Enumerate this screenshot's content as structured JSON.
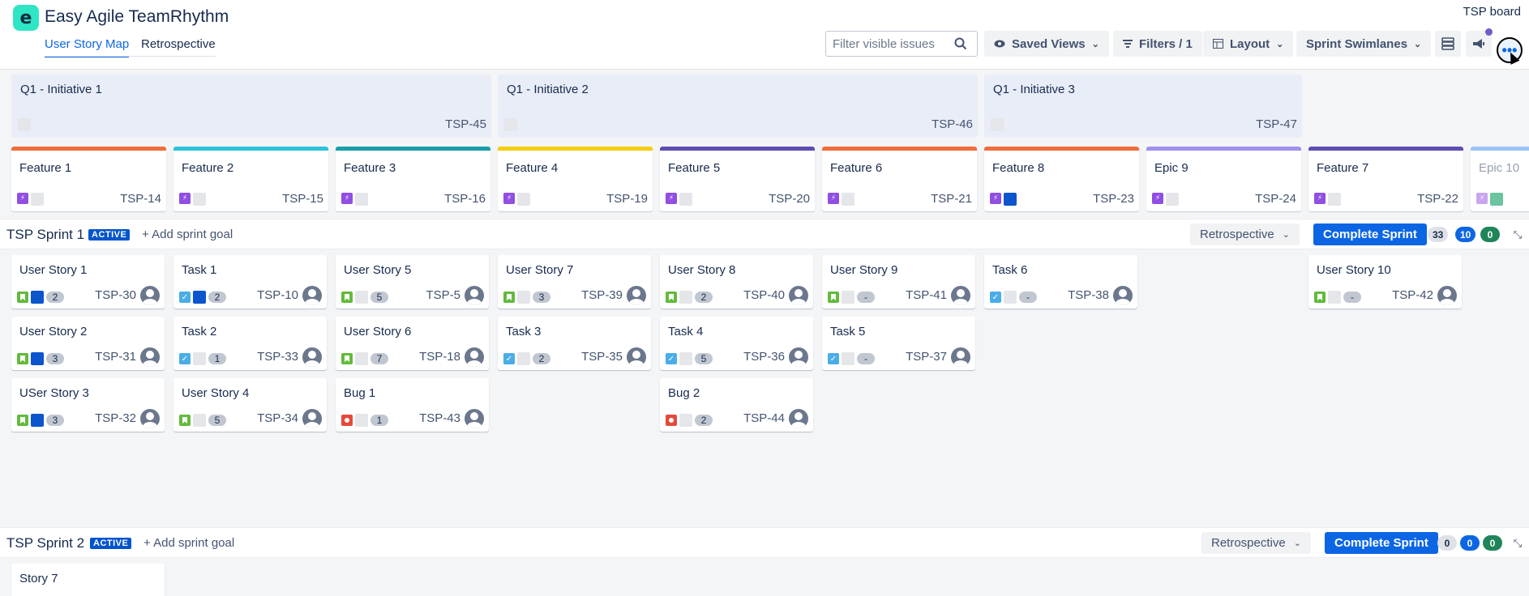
{
  "app": {
    "logo_letter": "e",
    "title": "Easy Agile TeamRhythm",
    "board_name": "TSP board"
  },
  "tabs": [
    {
      "label": "User Story Map",
      "active": true
    },
    {
      "label": "Retrospective",
      "active": false
    }
  ],
  "toolbar": {
    "search_placeholder": "Filter visible issues",
    "saved_views": "Saved Views",
    "filters": "Filters / 1",
    "layout": "Layout",
    "swimlanes": "Sprint Swimlanes",
    "more": "•••"
  },
  "initiatives": [
    {
      "title": "Q1 - Initiative 1",
      "key": "TSP-45"
    },
    {
      "title": "Q1 - Initiative 2",
      "key": "TSP-46"
    },
    {
      "title": "Q1 - Initiative 3",
      "key": "TSP-47"
    }
  ],
  "features": [
    {
      "title": "Feature 1",
      "key": "TSP-14",
      "color": "#f06e3d"
    },
    {
      "title": "Feature 2",
      "key": "TSP-15",
      "color": "#2cc3dc"
    },
    {
      "title": "Feature 3",
      "key": "TSP-16",
      "color": "#1a9ea8"
    },
    {
      "title": "Feature 4",
      "key": "TSP-19",
      "color": "#f5cd0f"
    },
    {
      "title": "Feature 5",
      "key": "TSP-20",
      "color": "#5e4db2"
    },
    {
      "title": "Feature 6",
      "key": "TSP-21",
      "color": "#f06e3d"
    },
    {
      "title": "Feature 8",
      "key": "TSP-23",
      "color": "#f06e3d"
    },
    {
      "title": "Epic 9",
      "key": "TSP-24",
      "color": "#9f8fef"
    },
    {
      "title": "Feature 7",
      "key": "TSP-22",
      "color": "#5e4db2"
    },
    {
      "title": "Epic 10",
      "key": "",
      "color": "#9cc3f5"
    }
  ],
  "sprint1": {
    "name": "TSP Sprint 1",
    "status": "ACTIVE",
    "goal": "Add sprint goal",
    "retro": "Retrospective",
    "complete": "Complete Sprint",
    "counts": [
      "33",
      "10",
      "0"
    ]
  },
  "sprint2": {
    "name": "TSP Sprint 2",
    "status": "ACTIVE",
    "goal": "Add sprint goal",
    "retro": "Retrospective",
    "complete": "Complete Sprint",
    "counts": [
      "0",
      "0",
      "0"
    ]
  },
  "cards": [
    {
      "title": "User Story 1",
      "key": "TSP-30",
      "type": "story",
      "points": "2"
    },
    {
      "title": "Task 1",
      "key": "TSP-10",
      "type": "task",
      "points": "2"
    },
    {
      "title": "User Story 5",
      "key": "TSP-5",
      "type": "story",
      "points": "5"
    },
    {
      "title": "User Story 7",
      "key": "TSP-39",
      "type": "story",
      "points": "3"
    },
    {
      "title": "User Story 8",
      "key": "TSP-40",
      "type": "story",
      "points": "2"
    },
    {
      "title": "User Story 9",
      "key": "TSP-41",
      "type": "story",
      "points": "-"
    },
    {
      "title": "Task 6",
      "key": "TSP-38",
      "type": "task",
      "points": "-"
    },
    {
      "title": "User Story 10",
      "key": "TSP-42",
      "type": "story",
      "points": "-"
    },
    {
      "title": "User Story 2",
      "key": "TSP-31",
      "type": "story",
      "points": "3"
    },
    {
      "title": "Task 2",
      "key": "TSP-33",
      "type": "task",
      "points": "1"
    },
    {
      "title": "User Story 6",
      "key": "TSP-18",
      "type": "story",
      "points": "7"
    },
    {
      "title": "Task 3",
      "key": "TSP-35",
      "type": "task",
      "points": "2"
    },
    {
      "title": "Task 4",
      "key": "TSP-36",
      "type": "task",
      "points": "5"
    },
    {
      "title": "Task 5",
      "key": "TSP-37",
      "type": "task",
      "points": "-"
    },
    {
      "title": "USer Story 3",
      "key": "TSP-32",
      "type": "story",
      "points": "3"
    },
    {
      "title": "User Story 4",
      "key": "TSP-34",
      "type": "story",
      "points": "5"
    },
    {
      "title": "Bug 1",
      "key": "TSP-43",
      "type": "bug",
      "points": "1"
    },
    {
      "title": "Bug 2",
      "key": "TSP-44",
      "type": "bug",
      "points": "2"
    },
    {
      "title": "Story 7",
      "key": "",
      "type": "story",
      "points": ""
    }
  ]
}
